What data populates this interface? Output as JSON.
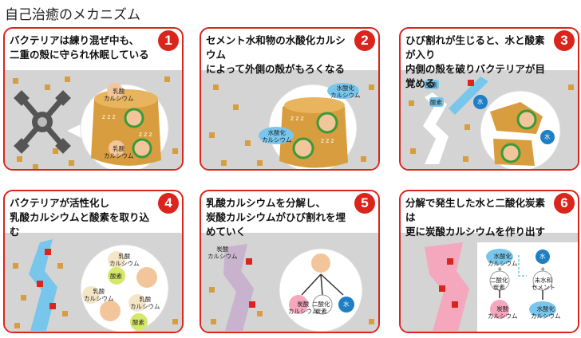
{
  "title": "自己治癒のメカニズム",
  "colors": {
    "accent": "#d9251c",
    "water": "#79c6ec",
    "concrete": "#d0d0d0",
    "bacteria": "#f2c69a",
    "shell": "#d89d3e"
  },
  "panels": [
    {
      "number": "1",
      "caption": "バクテリアは練り混ぜ中も、\n二重の殻に守られ休眠している",
      "labels": {
        "lactate": "乳酸\nカルシウム",
        "lactate2": "乳酸\nカルシウム",
        "zzz1": "z z z",
        "zzz2": "z z z"
      }
    },
    {
      "number": "2",
      "caption": "セメント水和物の水酸化カルシウム\nによって外側の殻がもろくなる",
      "labels": {
        "hydroxide1": "水酸化\nカルシウム",
        "hydroxide2": "水酸化\nカルシウム",
        "zzz1": "z z z",
        "zzz2": "z z z"
      }
    },
    {
      "number": "3",
      "caption": "ひび割れが生じると、水と酸素が入り\n内側の殻を破りバクテリアが目覚める",
      "labels": {
        "oxygen1": "酸素",
        "oxygen2": "酸素",
        "water1": "水",
        "water2": "水"
      }
    },
    {
      "number": "4",
      "caption": "バクテリアが活性化し\n乳酸カルシウムと酸素を取り込む",
      "labels": {
        "lactate1": "乳酸\nカルシウム",
        "oxygen1": "酸素",
        "lactate2": "乳酸\nカルシウム",
        "lactate3": "乳酸\nカルシウム",
        "oxygen2": "酸素"
      }
    },
    {
      "number": "5",
      "caption": "乳酸カルシウムを分解し、\n炭酸カルシウムがひび割れを埋めていく",
      "labels": {
        "carbonate": "炭酸\nカルシウム",
        "out1": "炭酸\nカルシウム",
        "out2": "二酸化\n炭素",
        "out3": "水"
      }
    },
    {
      "number": "6",
      "caption": "分解で発生した水と二酸化炭素は\n更に炭酸カルシウムを作り出す",
      "labels": {
        "hydroxide": "水酸化\nカルシウム",
        "plus1": "+",
        "co2": "二酸化\n炭素",
        "carbonate": "炭酸\nカルシウム",
        "water": "水",
        "plus2": "+",
        "cement": "未水和\nセメント",
        "hydroxide2": "水酸化\nカルシウム"
      }
    }
  ]
}
